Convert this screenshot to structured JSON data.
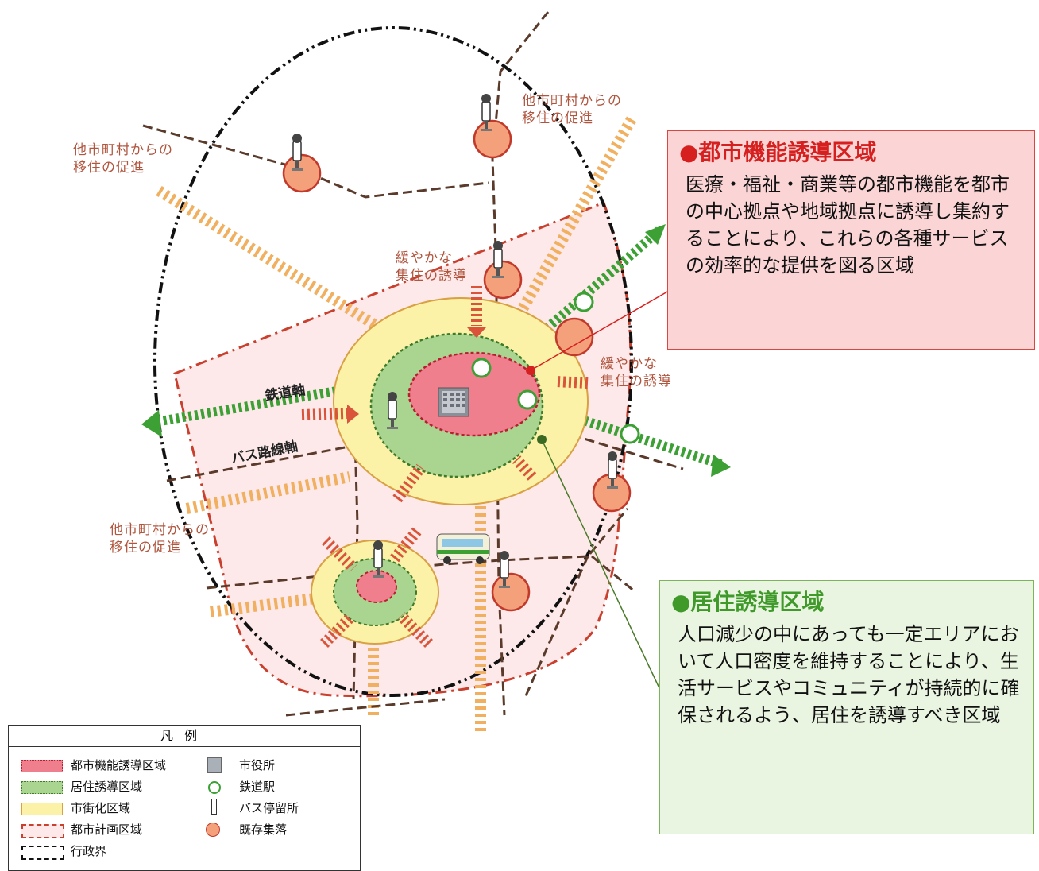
{
  "labels": {
    "migration_1": "他市町村からの\n移住の促進",
    "migration_2": "他市町村からの\n移住の促進",
    "migration_3": "他市町村からの\n移住の促進",
    "gentle_1": "緩やかな\n集住の誘導",
    "gentle_2": "緩やかな\n集住の誘導",
    "rail_axis": "鉄道軸",
    "bus_axis": "バス路線軸"
  },
  "urban_box": {
    "title": "●都市機能誘導区域",
    "body": "医療・福祉・商業等の都市機能を都市の中心拠点や地域拠点に誘導し集約することにより、これらの各種サービスの効率的な提供を図る区域"
  },
  "residential_box": {
    "title": "●居住誘導区域",
    "body": "人口減少の中にあっても一定エリアにおいて人口密度を維持することにより、生活サービスやコミュニティが持続的に確保されるよう、居住を誘導すべき区域"
  },
  "legend": {
    "title": "凡例",
    "items": [
      {
        "label": "都市機能誘導区域",
        "icon": "red-dotted-box"
      },
      {
        "label": "居住誘導区域",
        "icon": "green-dotted-box"
      },
      {
        "label": "市街化区域",
        "icon": "yellow-box"
      },
      {
        "label": "都市計画区域",
        "icon": "red-dashdot-box"
      },
      {
        "label": "行政界",
        "icon": "black-dashdot-box"
      },
      {
        "label": "市役所",
        "icon": "building-icon"
      },
      {
        "label": "鉄道駅",
        "icon": "station-circle-icon"
      },
      {
        "label": "バス停留所",
        "icon": "bus-stop-icon"
      },
      {
        "label": "既存集落",
        "icon": "settlement-circle-icon"
      }
    ]
  },
  "colors": {
    "urban_zone": "#f07f8e",
    "residential_zone": "#a9d590",
    "urbanization_zone": "#fbf2a8",
    "planning_zone": "#fde6e6",
    "settlement": "#f4a07a",
    "rail": "#3ca035",
    "migration_arrow": "#f0b060",
    "inward_arrow": "#d9543a"
  }
}
